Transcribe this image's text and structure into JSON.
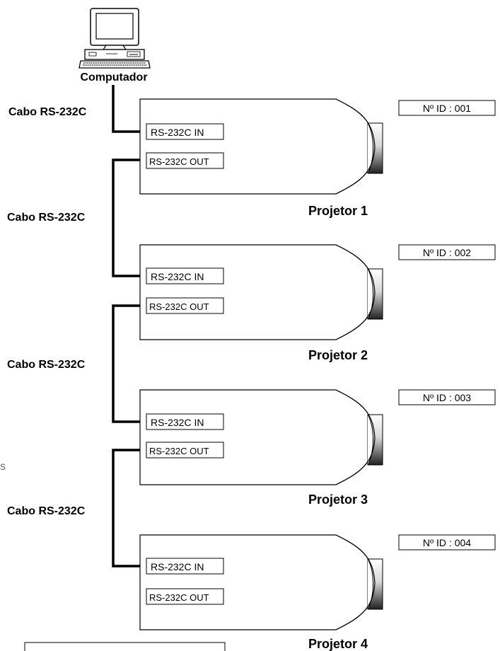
{
  "computer": {
    "label": "Computador"
  },
  "cable_label": "Cabo RS-232C",
  "ports": {
    "in": "RS-232C IN",
    "out": "RS-232C OUT"
  },
  "projectors": [
    {
      "name": "Projetor 1",
      "id_label": "Nº ID : 001"
    },
    {
      "name": "Projetor 2",
      "id_label": "Nº ID : 002"
    },
    {
      "name": "Projetor 3",
      "id_label": "Nº ID : 003"
    },
    {
      "name": "Projetor 4",
      "id_label": "Nº ID : 004"
    }
  ],
  "stray_text": "S"
}
